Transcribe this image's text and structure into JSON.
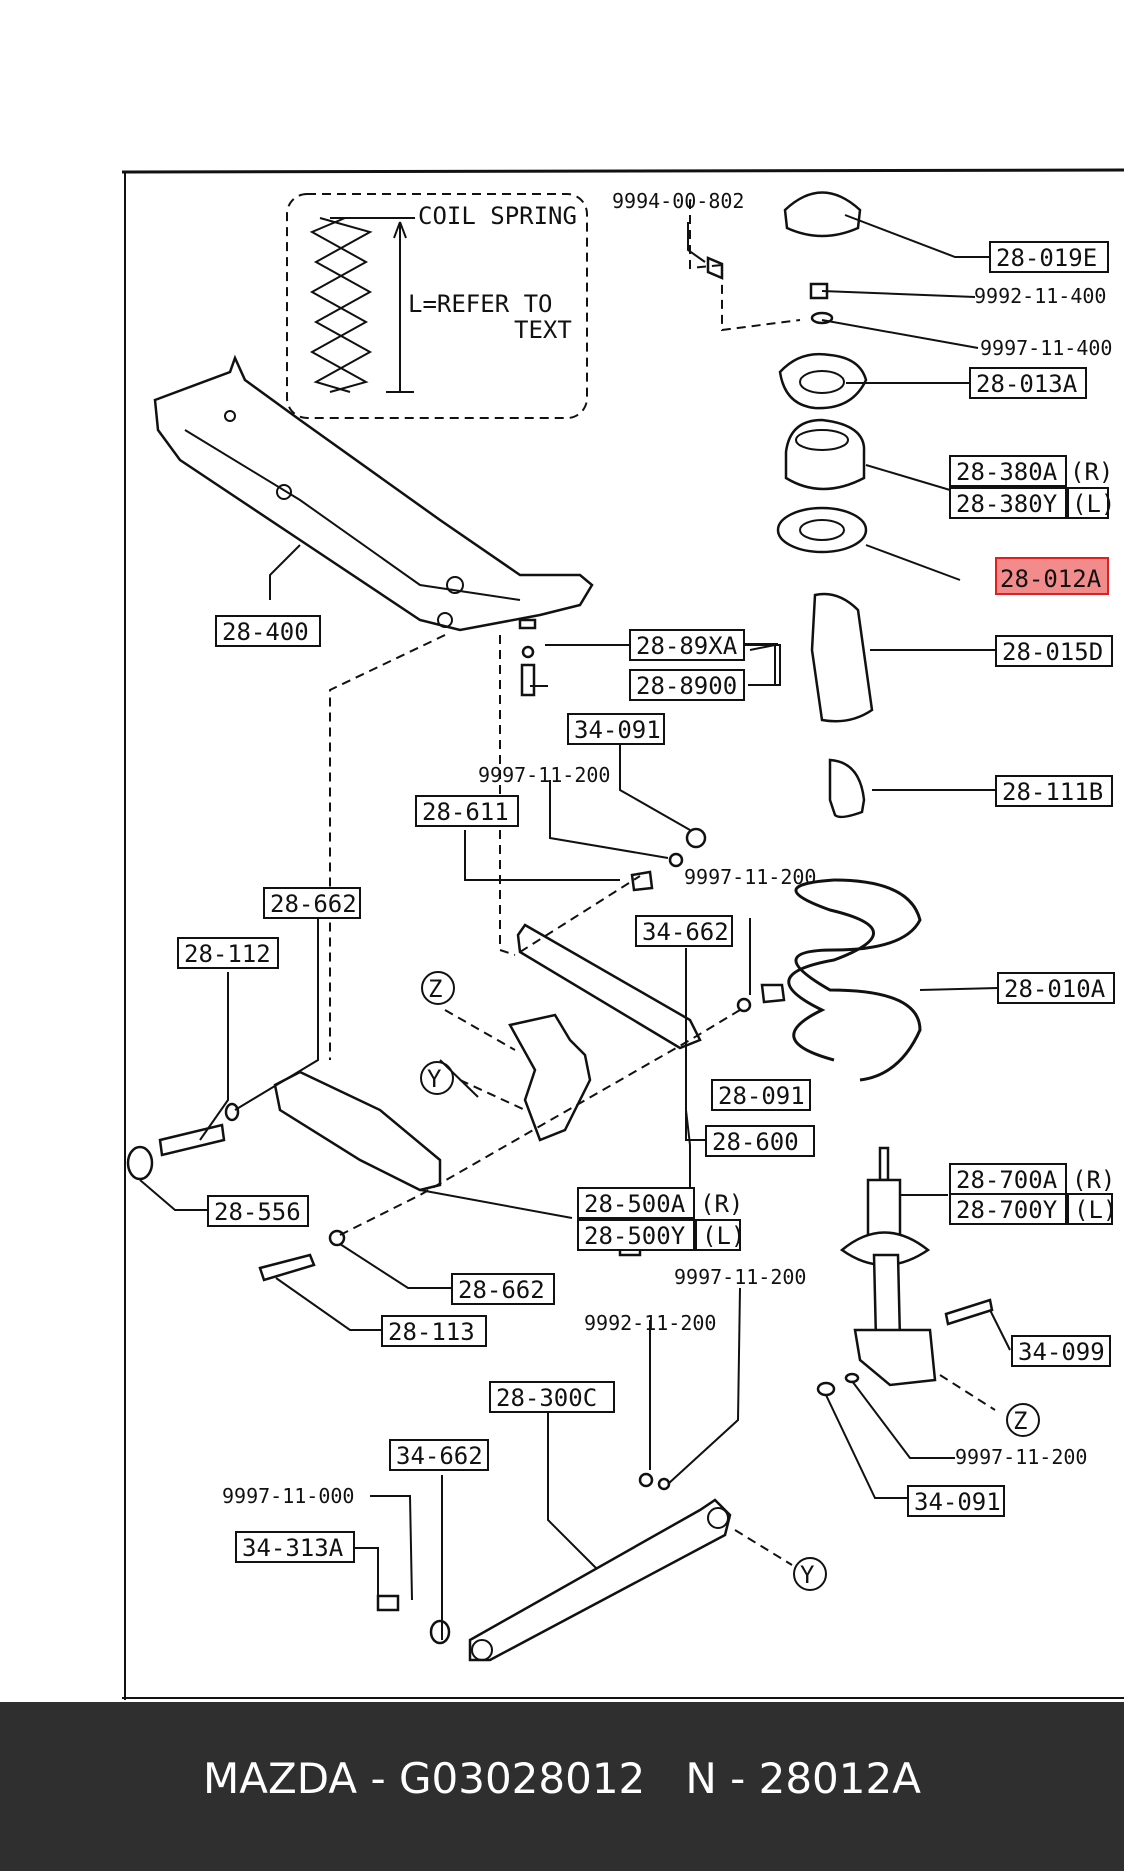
{
  "footer": {
    "caption": "MAZDA - G03028012   N - 28012A"
  },
  "inset": {
    "coil_spring": "COIL SPRING",
    "length_note_1": "L=REFER TO",
    "length_note_2": "TEXT"
  },
  "callouts": {
    "c28019E": "28-019E",
    "c28013A": "28-013A",
    "c28380A": "28-380A",
    "c28380A_side": "(R)",
    "c28380Y": "28-380Y",
    "c28380Y_side": "(L)",
    "c28012A": "28-012A",
    "c28015D": "28-015D",
    "c28111B": "28-111B",
    "c28010A": "28-010A",
    "c28700A": "28-700A",
    "c28700A_side": "(R)",
    "c28700Y": "28-700Y",
    "c28700Y_side": "(L)",
    "c34099": "34-099",
    "c34091b": "34-091",
    "c28400": "28-400",
    "c2889XA": "28-89XA",
    "c288900": "28-8900",
    "c34091a": "34-091",
    "c28611": "28-611",
    "c34662a": "34-662",
    "c28662a": "28-662",
    "c28112": "28-112",
    "c28091": "28-091",
    "c28600": "28-600",
    "c28556": "28-556",
    "c28500A": "28-500A",
    "c28500A_side": "(R)",
    "c28500Y": "28-500Y",
    "c28500Y_side": "(L)",
    "c28662b": "28-662",
    "c28113": "28-113",
    "c28300C": "28-300C",
    "c34662b": "34-662",
    "c34313A": "34-313A"
  },
  "part_codes": {
    "p9994_00_802": "9994-00-802",
    "p9992_11_400": "9992-11-400",
    "p9997_11_400": "9997-11-400",
    "p9997_11_200a": "9997-11-200",
    "p9997_11_200b": "9997-11-200",
    "p9997_11_200c": "9997-11-200",
    "p9992_11_200": "9992-11-200",
    "p9997_11_200d": "9997-11-200",
    "p9997_11_000": "9997-11-000"
  },
  "markers": {
    "z_top": "Z",
    "y_top": "Y",
    "z_bottom": "Z",
    "y_bottom": "Y"
  },
  "highlight_color": "#f28b8b"
}
